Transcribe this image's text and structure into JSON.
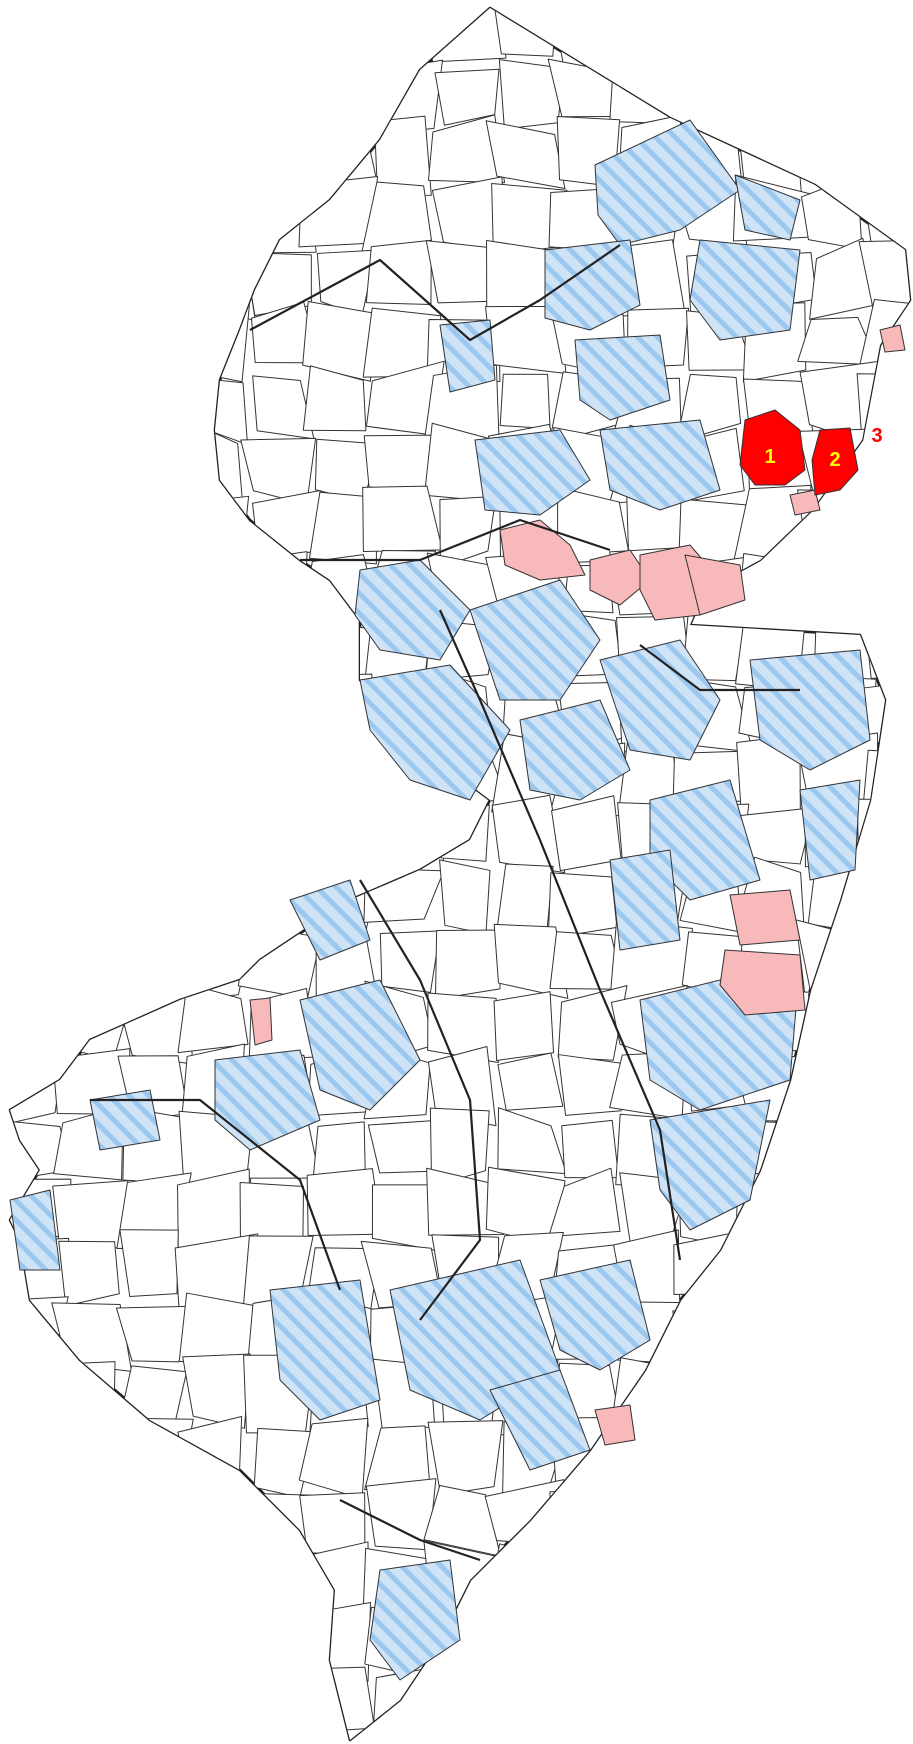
{
  "map": {
    "colors": {
      "background": "#ffffff",
      "outline": "#333333",
      "default_fill": "#ffffff",
      "hatch_light": "#cfe3f7",
      "hatch_dark": "#9cc8ef",
      "light_red": "#f7b9b9",
      "red": "#ff0000",
      "marker_inside": "#ffff00",
      "marker_outside": "#ff0000"
    },
    "legend_categories": [
      "white",
      "hatched-blue",
      "light-red",
      "red"
    ],
    "markers": [
      {
        "label": "1",
        "style": "inside"
      },
      {
        "label": "2",
        "style": "inside"
      },
      {
        "label": "3",
        "style": "outside"
      }
    ]
  }
}
